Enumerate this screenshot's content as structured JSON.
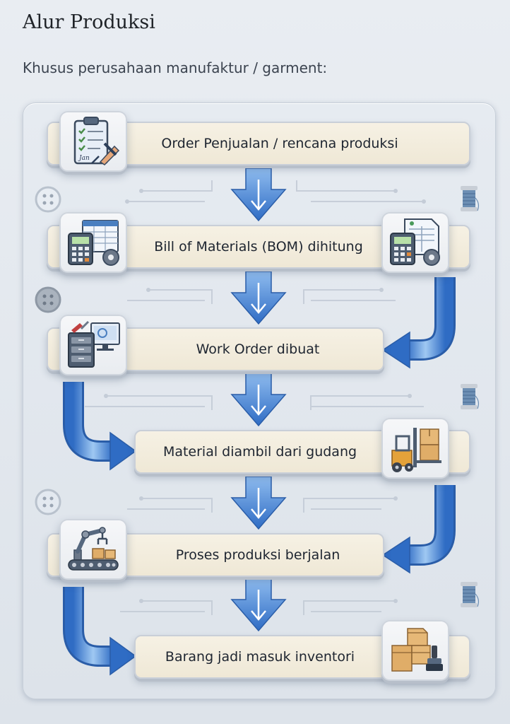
{
  "title": "Alur Produksi",
  "subtitle": "Khusus perusahaan manufaktur / garment:",
  "steps": [
    {
      "label": "Order Penjualan / rencana produksi"
    },
    {
      "label": "Bill of Materials (BOM) dihitung"
    },
    {
      "label": "Work Order dibuat"
    },
    {
      "label": "Material diambil dari gudang"
    },
    {
      "label": "Proses produksi berjalan"
    },
    {
      "label": "Barang jadi masuk inventori"
    }
  ],
  "icons": [
    {
      "name": "clipboard-signature-icon",
      "text": "Jan"
    },
    {
      "name": "calculator-spreadsheet-icon"
    },
    {
      "name": "calculator-document-icon"
    },
    {
      "name": "toolbox-computer-icon"
    },
    {
      "name": "forklift-icon"
    },
    {
      "name": "robot-arm-conveyor-icon"
    },
    {
      "name": "boxes-stamp-icon"
    }
  ],
  "colors": {
    "arrow": "#3f7fd0",
    "arrow_light": "#9fc6f0",
    "step_fill": "#f3eddd"
  }
}
